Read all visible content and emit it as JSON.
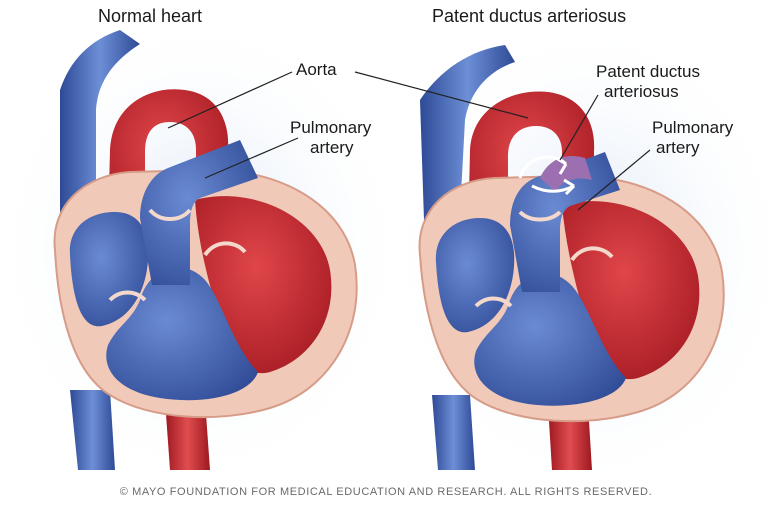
{
  "titles": {
    "left": "Normal heart",
    "right": "Patent ductus arteriosus"
  },
  "labels": {
    "aorta": "Aorta",
    "pulmonary_left_1": "Pulmonary",
    "pulmonary_left_2": "artery",
    "pda_1": "Patent ductus",
    "pda_2": "arteriosus",
    "pulmonary_right_1": "Pulmonary",
    "pulmonary_right_2": "artery"
  },
  "copyright": "© MAYO FOUNDATION FOR MEDICAL EDUCATION AND RESEARCH. ALL RIGHTS RESERVED.",
  "colors": {
    "oxygenated_red": "#c8222b",
    "deoxygenated_blue": "#3d5fae",
    "myocardium_pink": "#f1c9b9",
    "line": "#222222"
  }
}
